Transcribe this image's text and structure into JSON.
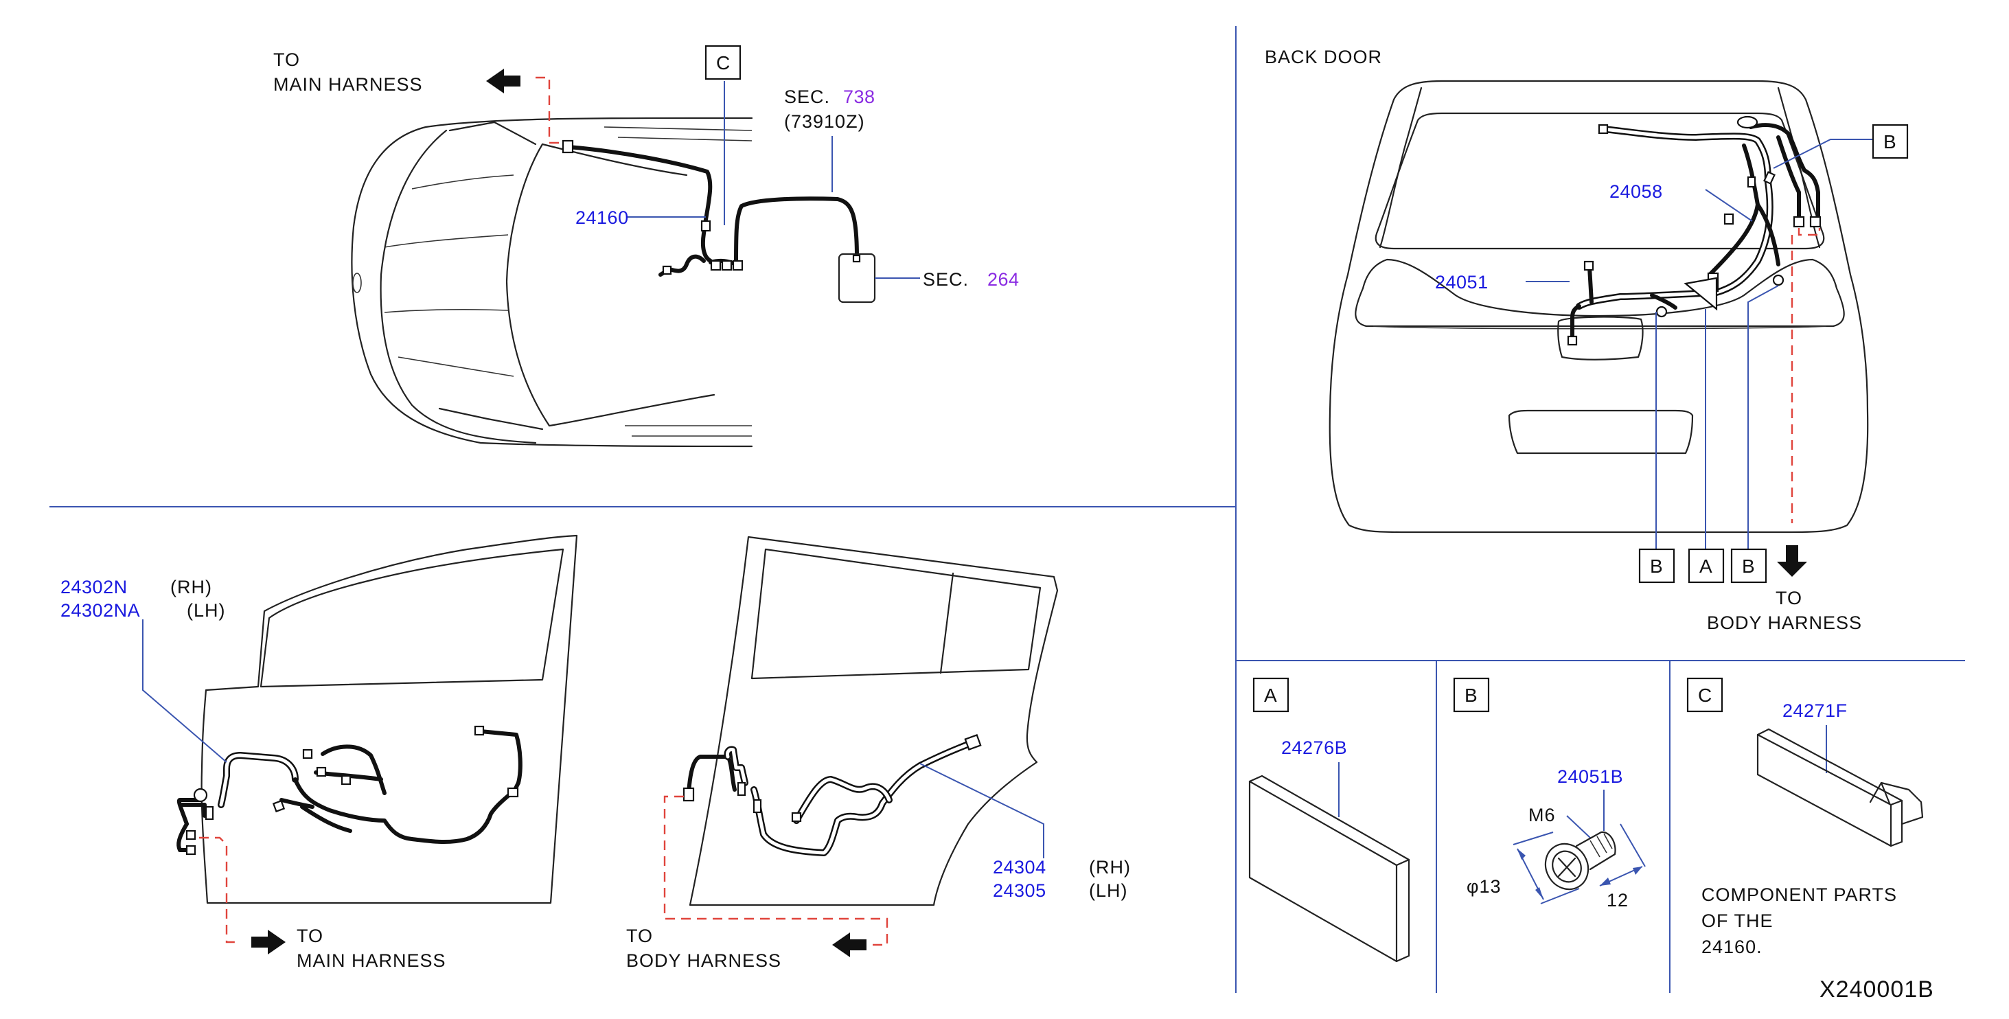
{
  "colors": {
    "part_number": "#1a1adf",
    "section_ref": "#8a2be2",
    "leader": "#3a55b0",
    "dashed_route": "#e0443c",
    "outline": "#222222"
  },
  "hood": {
    "to_main": [
      "TO",
      "MAIN   HARNESS"
    ],
    "box_label": "C",
    "sec738_prefix": "SEC.",
    "sec738_ref": "738",
    "sec738_sub": "(73910Z)",
    "sec264_prefix": "SEC.",
    "sec264_ref": "264",
    "part": "24160"
  },
  "back_door": {
    "title": "BACK   DOOR",
    "box_top": "B",
    "part_a": "24058",
    "part_b": "24051",
    "bottom_boxes": [
      "B",
      "A",
      "B"
    ],
    "to_body": [
      "TO",
      "BODY   HARNESS"
    ]
  },
  "front_door": {
    "part_rh": "24302N",
    "rh": "(RH)",
    "part_lh": "24302NA",
    "lh": "(LH)",
    "to_main": [
      "TO",
      "MAIN   HARNESS"
    ]
  },
  "rear_door": {
    "part_rh": "24304",
    "rh": "(RH)",
    "part_lh": "24305",
    "lh": "(LH)",
    "to_body": [
      "TO",
      "BODY   HARNESS"
    ]
  },
  "details": {
    "a_label": "A",
    "a_part": "24276B",
    "b_label": "B",
    "b_part": "24051B",
    "b_m6": "M6",
    "b_diameter": "φ13",
    "b_length": "12",
    "c_label": "C",
    "c_part": "24271F",
    "c_note": [
      "COMPONENT    PARTS",
      "OF    THE",
      "24160."
    ]
  },
  "drawing_code": "X240001B"
}
